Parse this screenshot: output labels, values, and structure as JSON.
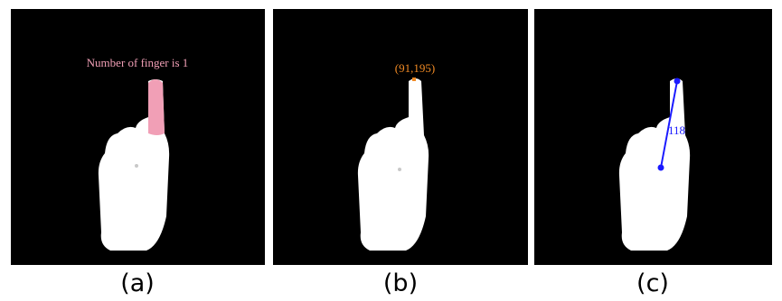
{
  "panels": [
    {
      "caption": "(a)",
      "overlay_text": "Number of finger is  1",
      "overlay_color": "#f19fb6",
      "finger_highlight_color": "#f19fb6"
    },
    {
      "caption": "(b)",
      "overlay_text": "(91,195)",
      "overlay_color": "#f08a24",
      "fingertip_point_color": "#f08a24"
    },
    {
      "caption": "(c)",
      "overlay_text": "118",
      "overlay_color": "#1a1aff",
      "line_color": "#1a1aff"
    }
  ],
  "colors": {
    "background": "#000000",
    "hand": "#ffffff"
  }
}
